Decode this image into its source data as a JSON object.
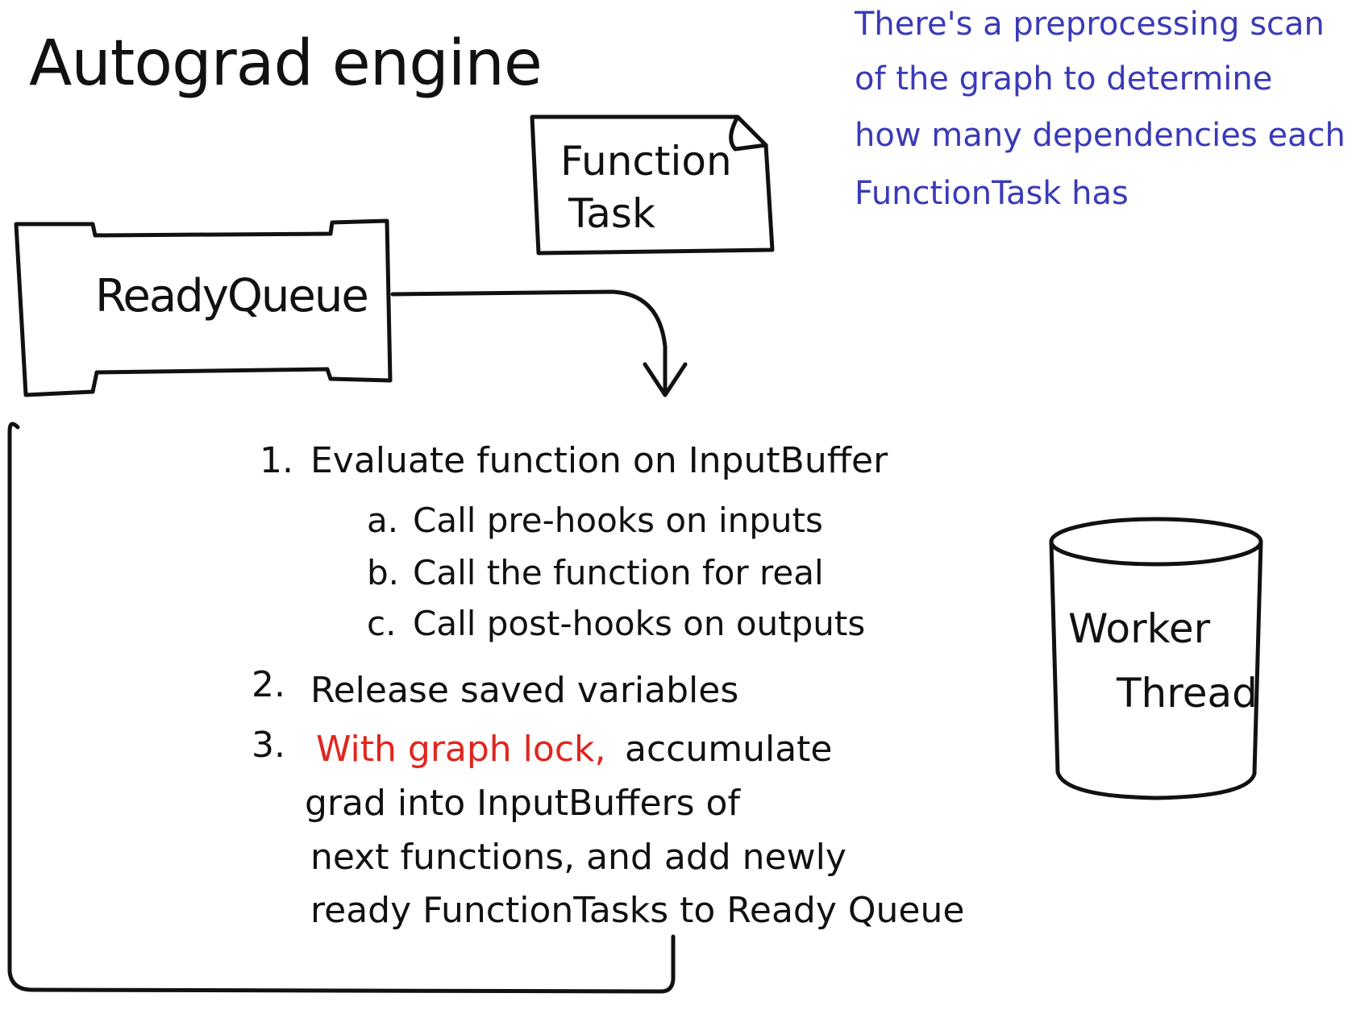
{
  "title": "Autograd engine",
  "note": {
    "lines": [
      "There's a preprocessing scan",
      "of the graph to determine",
      "how many dependencies each",
      "FunctionTask has"
    ],
    "color": "#3a3ab8"
  },
  "function_task": {
    "line1": "Function",
    "line2": "Task"
  },
  "ready_queue": {
    "label": "ReadyQueue"
  },
  "worker_thread": {
    "line1": "Worker",
    "line2": "Thread"
  },
  "steps": {
    "s1": {
      "num": "1.",
      "text": "Evaluate function on InputBuffer"
    },
    "s1a": {
      "num": "a.",
      "text": "Call pre-hooks on inputs"
    },
    "s1b": {
      "num": "b.",
      "text": "Call the function for real"
    },
    "s1c": {
      "num": "c.",
      "text": "Call post-hooks on outputs"
    },
    "s2": {
      "num": "2.",
      "text": "Release saved variables"
    },
    "s3": {
      "num": "3.",
      "highlight": "With graph lock,",
      "highlight_color": "#e0261e",
      "rest": "accumulate",
      "cont1": "grad into InputBuffers of",
      "cont2": "next functions, and add newly",
      "cont3": "ready FunctionTasks to Ready Queue"
    }
  }
}
